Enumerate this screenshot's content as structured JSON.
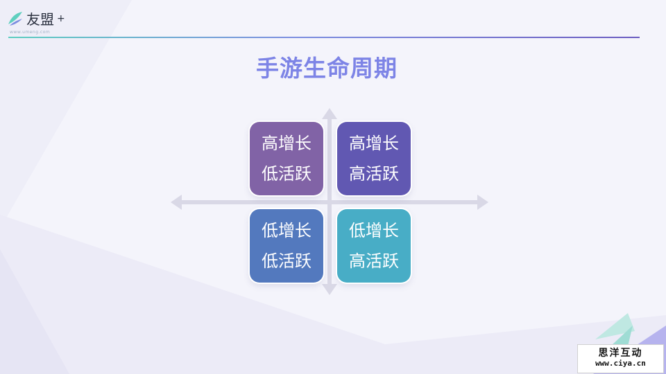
{
  "brand": {
    "name": "友盟",
    "plus": "+",
    "tagline": "www.umeng.com"
  },
  "title": "手游生命周期",
  "quadrants": {
    "top_left": {
      "line1": "高增长",
      "line2": "低活跃",
      "color": "#8163a6"
    },
    "top_right": {
      "line1": "高增长",
      "line2": "高活跃",
      "color": "#6158b2"
    },
    "bottom_left": {
      "line1": "低增长",
      "line2": "低活跃",
      "color": "#5379be"
    },
    "bottom_right": {
      "line1": "低增长",
      "line2": "高活跃",
      "color": "#48adc6"
    }
  },
  "watermark": {
    "name": "思洋互动",
    "url": "www.ciya.cn"
  },
  "colors": {
    "title": "#7d84e6",
    "axis": "#d9d8e6",
    "background": "#f4f4fb"
  }
}
